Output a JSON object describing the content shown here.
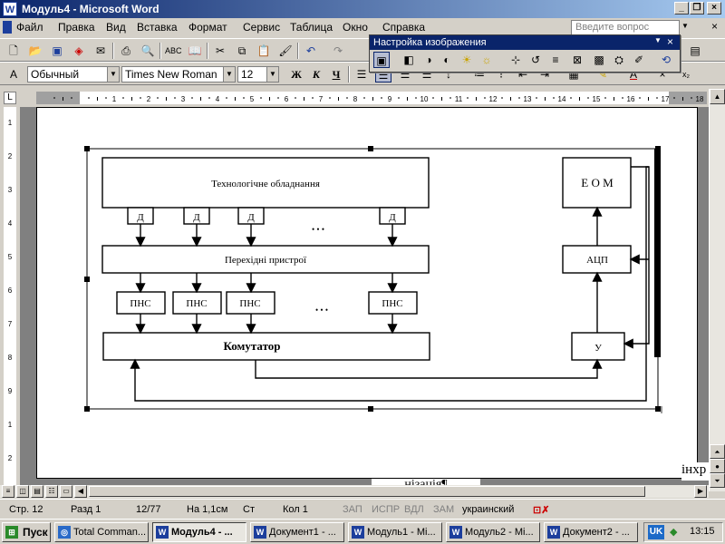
{
  "window": {
    "title": "Модуль4 - Microsoft Word",
    "app_icon": "word-icon"
  },
  "menu": {
    "items": [
      "Файл",
      "Правка",
      "Вид",
      "Вставка",
      "Формат",
      "Сервис",
      "Таблица",
      "Окно",
      "Справка"
    ],
    "ask_placeholder": "Введите вопрос"
  },
  "format_toolbar": {
    "style": "Обычный",
    "font": "Times New Roman",
    "size": "12",
    "bold": "Ж",
    "italic": "К",
    "underline": "Ч"
  },
  "picture_toolbar": {
    "title": "Настройка изображения"
  },
  "diagram": {
    "tech": "Технологічне обладнання",
    "sensor": "Д",
    "dots": "• • •",
    "transition": "Перехідні пристрої",
    "pns": "ПНС",
    "commutator": "Комутатор",
    "eom": "Е О М",
    "adc": "АЦП",
    "amp": "У"
  },
  "doc_text": {
    "side": "інхр",
    "bottom": "нізація¶",
    "para_mark": "¶"
  },
  "status": {
    "page": "Стр.  12",
    "section": "Разд  1",
    "pages": "12/77",
    "at": "На  1,1см",
    "line": "Ст",
    "col": "Кол  1",
    "rec": "ЗАП",
    "trk": "ИСПР",
    "ext": "ВДЛ",
    "ovr": "ЗАМ",
    "lang": "украинский"
  },
  "taskbar": {
    "start": "Пуск",
    "tasks": [
      "Total Comman...",
      "Модуль4 - ...",
      "Документ1 - ...",
      "Модуль1 - Mi...",
      "Модуль2 - Mi...",
      "Документ2 - ..."
    ],
    "lang": "UK",
    "clock": "13:15"
  }
}
